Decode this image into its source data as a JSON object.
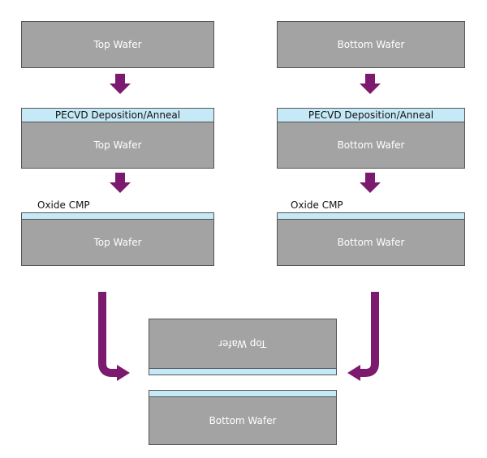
{
  "left_column": {
    "wafer_1": "Top Wafer",
    "deposition_label": "PECVD Deposition/Anneal",
    "wafer_2": "Top Wafer",
    "cmp_label": "Oxide CMP",
    "wafer_3": "Top Wafer"
  },
  "right_column": {
    "wafer_1": "Bottom Wafer",
    "deposition_label": "PECVD Deposition/Anneal",
    "wafer_2": "Bottom Wafer",
    "cmp_label": "Oxide CMP",
    "wafer_3": "Bottom Wafer"
  },
  "bonded_stack": {
    "top_wafer_flipped": "Top Wafer",
    "bottom_wafer": "Bottom Wafer"
  },
  "colors": {
    "wafer": "#a3a3a3",
    "oxide": "#c5e9f6",
    "arrow": "#7b1a6e"
  }
}
